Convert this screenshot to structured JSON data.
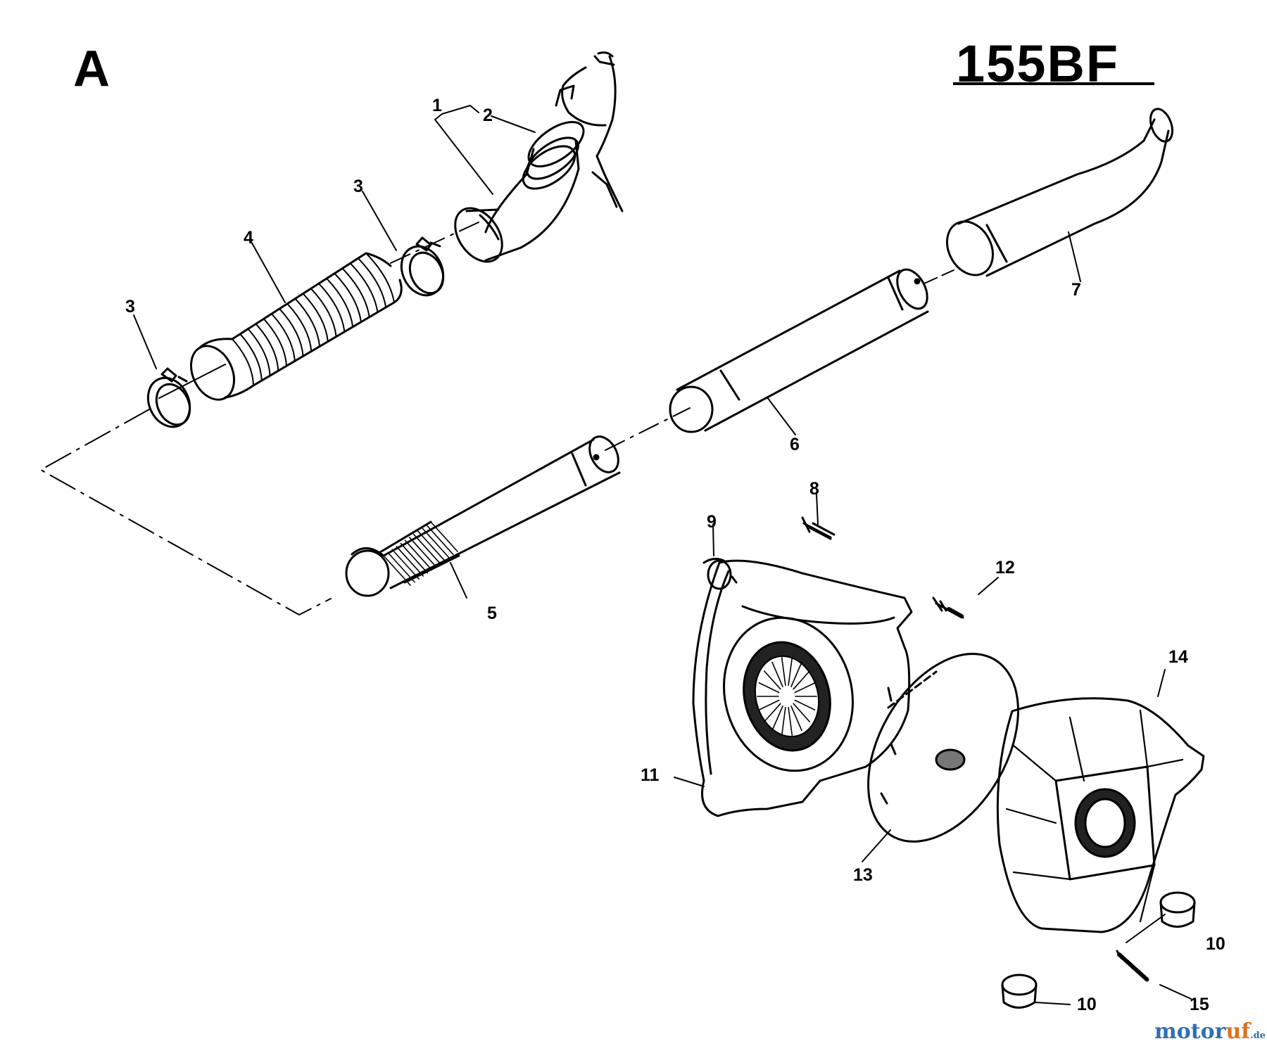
{
  "header": {
    "section": "A",
    "model": "155BF"
  },
  "callouts": [
    {
      "part": "1"
    },
    {
      "part": "2"
    },
    {
      "part": "3"
    },
    {
      "part": "3"
    },
    {
      "part": "4"
    },
    {
      "part": "5"
    },
    {
      "part": "6"
    },
    {
      "part": "7"
    },
    {
      "part": "8"
    },
    {
      "part": "9"
    },
    {
      "part": "10"
    },
    {
      "part": "10"
    },
    {
      "part": "11"
    },
    {
      "part": "12"
    },
    {
      "part": "13"
    },
    {
      "part": "14"
    },
    {
      "part": "15"
    }
  ],
  "watermark": {
    "part1": "motor",
    "part2": "uf",
    "domain": ".de"
  }
}
